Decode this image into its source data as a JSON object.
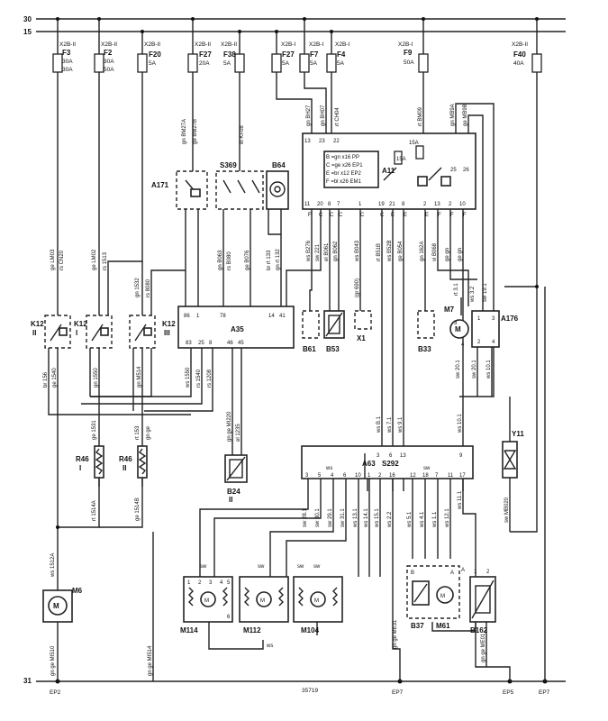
{
  "rails": {
    "top1": "30",
    "top2": "15",
    "bottom": "31",
    "doc_number": "35719"
  },
  "grounds": [
    "EP2",
    "EP7",
    "EP5",
    "EP7"
  ],
  "fuses": [
    {
      "conn": "X2B-II",
      "id": "F3",
      "rating": "30A"
    },
    {
      "conn": "X2B-II",
      "id": "F2",
      "rating": "30A"
    },
    {
      "conn": "X2B-II",
      "id": "F20",
      "rating": "5A"
    },
    {
      "conn": "X2B-II",
      "id": "F27",
      "rating": "20A"
    },
    {
      "conn": "X2B-II",
      "id": "F38",
      "rating": "5A"
    },
    {
      "conn": "X2B-I",
      "id": "F27",
      "rating": "5A"
    },
    {
      "conn": "X2B-I",
      "id": "F7",
      "rating": "5A"
    },
    {
      "conn": "X2B-I",
      "id": "F4",
      "rating": "5A"
    },
    {
      "conn": "X2B-I",
      "id": "F9",
      "rating": "50A"
    },
    {
      "conn": "X2B-II",
      "id": "F40",
      "rating": "40A"
    }
  ],
  "fuse_extra": {
    "f3_second": "30A",
    "f2_second": "50A"
  },
  "components": {
    "a171": "A171",
    "s369": "S369",
    "b64": "B64",
    "a11": "A11",
    "k12_2": "K12",
    "k12_2_sub": "II",
    "k12_1": "K12",
    "k12_1_sub": "I",
    "k12_3": "K12",
    "k12_3_sub": "III",
    "a35": "A35",
    "b61": "B61",
    "b53": "B53",
    "x1": "X1",
    "b33": "B33",
    "m7": "M7",
    "a176": "A176",
    "r46_1": "R46",
    "r46_1_sub": "I",
    "r46_2": "R46",
    "r46_2_sub": "II",
    "b24": "B24",
    "b24_sub": "II",
    "a63": "A63",
    "s292": "S292",
    "y11": "Y11",
    "m6": "M6",
    "m114": "M114",
    "m112": "M112",
    "m104": "M104",
    "b37": "B37",
    "m61": "M61",
    "b162": "B162"
  },
  "a11_legend": [
    "B =gn x16 PP",
    "C =ge x26 EP1",
    "E =br x12 EP2",
    "F =bl x26 EM1"
  ],
  "a11_fuses": [
    "15A",
    "15A"
  ],
  "a11_pins_top": [
    "13",
    "23",
    "22"
  ],
  "a11_pins_right": [
    "25",
    "26"
  ],
  "a11_pins_bottom": [
    "11",
    "20",
    "8",
    "7",
    "1",
    "19",
    "21",
    "8",
    "2",
    "13",
    "2",
    "10"
  ],
  "a11_letters_bottom": [
    "F",
    "C",
    "C",
    "C",
    "C",
    "C",
    "E",
    "E",
    "E",
    "F",
    "F",
    "F"
  ],
  "a35_pins_top": [
    "86",
    "1",
    "78",
    "14",
    "41"
  ],
  "a35_pins_bottom": [
    "83",
    "25",
    "8",
    "46",
    "45"
  ],
  "a63_pins_top": [
    "3",
    "6",
    "13",
    "9"
  ],
  "a63_pins_bottom": [
    "3",
    "5",
    "4",
    "6",
    "10",
    "1",
    "2",
    "16",
    "12",
    "18",
    "7",
    "11",
    "17"
  ],
  "a63_group_labels": [
    "ws",
    "sw"
  ],
  "wire_labels": [
    "ge LM03",
    "rs CN20",
    "ge LM02",
    "rs 1513",
    "gn 1532",
    "rs 8080",
    "gn BM27A",
    "ge BM27B",
    "el KI-08",
    "gn B063",
    "rs B080",
    "ge B076",
    "br rt 133",
    "gn rt 132",
    "ws B276",
    "sw 221",
    "el B061",
    "gn B062",
    "ws B043",
    "(gr 690)",
    "rt B51B",
    "ws B52B",
    "ge B054",
    "gn 162A",
    "vi B068",
    "ge gn",
    "ge gn",
    "gn BH27",
    "gn BH07",
    "rt CH04",
    "rt BM09",
    "gn MB9A",
    "ge MB9B",
    "rt 3.1",
    "ws 3.2",
    "sw 19.1",
    "sw 20.1",
    "sw 20.1",
    "ws 10.1",
    "ws B.1",
    "ws 7.1",
    "ws 9.1",
    "ws 10.1",
    "br 156",
    "ge 1540",
    "gn 1550",
    "gn M514",
    "ws 1550",
    "rs 1540",
    "rs 1208",
    "ge 1531",
    "rt 153",
    "gn ge",
    "rt 1514A",
    "ge 1514B",
    "gn ge MI220",
    "el 1235",
    "ws 1512A",
    "gn ge MI510",
    "gn ge MI514",
    "sw 28.1",
    "sw 30.1",
    "sw 29.1",
    "sw 31.1",
    "ws 13.1",
    "ws 14.1",
    "ws 15.1",
    "ws 2.2",
    "gn ge ME31",
    "ws 5.1",
    "ws 4.1",
    "ws 1.1",
    "ws 12.1",
    "ws 11.1",
    "sw MB020",
    "gn ge ME01"
  ],
  "motor_labels": [
    "sw",
    "sw",
    "sw",
    "sw"
  ],
  "motor_pins": [
    "1",
    "2",
    "3",
    "4",
    "5",
    "6"
  ],
  "misc_pins": {
    "m7": [
      "3",
      "4"
    ],
    "a176": [
      "1",
      "3",
      "2",
      "4"
    ],
    "b162": [
      "1",
      "2"
    ],
    "m61": [
      "B",
      "A"
    ]
  },
  "misc_text": {
    "ws": "ws",
    "a": "A"
  }
}
